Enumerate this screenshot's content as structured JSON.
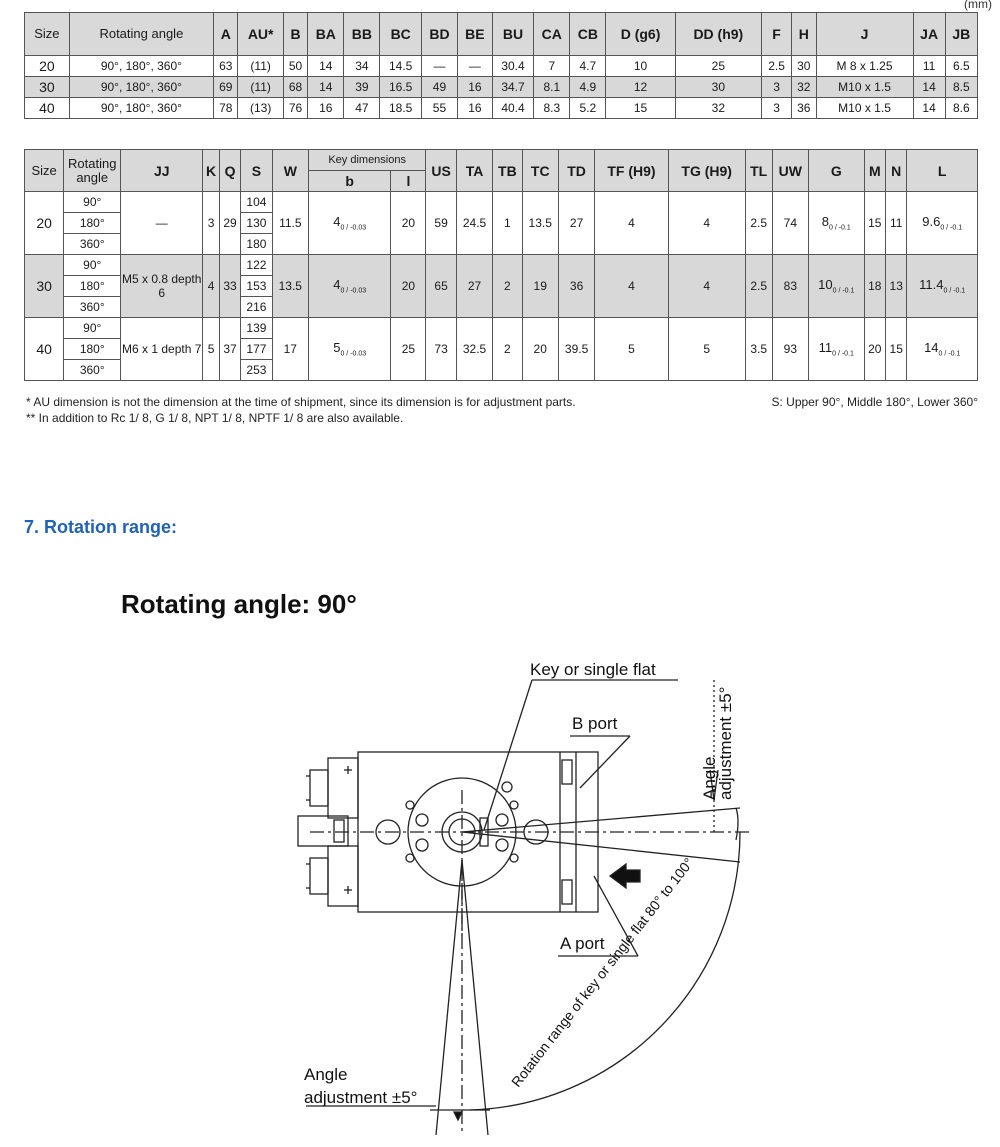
{
  "unit": "(mm)",
  "table1": {
    "headers": [
      "Size",
      "Rotating angle",
      "A",
      "AU*",
      "B",
      "BA",
      "BB",
      "BC",
      "BD",
      "BE",
      "BU",
      "CA",
      "CB",
      "D (g6)",
      "DD (h9)",
      "F",
      "H",
      "J",
      "JA",
      "JB"
    ],
    "rows": [
      [
        "20",
        "90°, 180°, 360°",
        "63",
        "(11)",
        "50",
        "14",
        "34",
        "14.5",
        "—",
        "—",
        "30.4",
        "7",
        "4.7",
        "10",
        "25",
        "2.5",
        "30",
        "M  8 x 1.25",
        "11",
        "6.5"
      ],
      [
        "30",
        "90°, 180°, 360°",
        "69",
        "(11)",
        "68",
        "14",
        "39",
        "16.5",
        "49",
        "16",
        "34.7",
        "8.1",
        "4.9",
        "12",
        "30",
        "3",
        "32",
        "M10 x 1.5",
        "14",
        "8.5"
      ],
      [
        "40",
        "90°, 180°, 360°",
        "78",
        "(13)",
        "76",
        "16",
        "47",
        "18.5",
        "55",
        "16",
        "40.4",
        "8.3",
        "5.2",
        "15",
        "32",
        "3",
        "36",
        "M10 x 1.5",
        "14",
        "8.6"
      ]
    ]
  },
  "table2": {
    "headers": [
      "Size",
      "Rotating angle",
      "JJ",
      "K",
      "Q",
      "S",
      "W",
      "Key dimensions",
      "b",
      "l",
      "US",
      "TA",
      "TB",
      "TC",
      "TD",
      "TF (H9)",
      "TG (H9)",
      "TL",
      "UW",
      "G",
      "M",
      "N",
      "L"
    ],
    "groups": [
      {
        "size": "20",
        "angles": [
          "90°",
          "180°",
          "360°"
        ],
        "jj": "—",
        "k": "3",
        "q": "29",
        "s": [
          "104",
          "130",
          "180"
        ],
        "w": "11.5",
        "b": "4",
        "b_tol": "0 / -0.03",
        "l": "20",
        "us": "59",
        "ta": "24.5",
        "tb": "1",
        "tc": "13.5",
        "td": "27",
        "tf": "4",
        "tg": "4",
        "tl": "2.5",
        "uw": "74",
        "g": "8",
        "g_tol": "0 / -0.1",
        "m": "15",
        "n": "11",
        "lval": "9.6",
        "l_tol": "0 / -0.1"
      },
      {
        "size": "30",
        "angles": [
          "90°",
          "180°",
          "360°"
        ],
        "jj": "M5 x 0.8 depth 6",
        "k": "4",
        "q": "33",
        "s": [
          "122",
          "153",
          "216"
        ],
        "w": "13.5",
        "b": "4",
        "b_tol": "0 / -0.03",
        "l": "20",
        "us": "65",
        "ta": "27",
        "tb": "2",
        "tc": "19",
        "td": "36",
        "tf": "4",
        "tg": "4",
        "tl": "2.5",
        "uw": "83",
        "g": "10",
        "g_tol": "0 / -0.1",
        "m": "18",
        "n": "13",
        "lval": "11.4",
        "l_tol": "0 / -0.1"
      },
      {
        "size": "40",
        "angles": [
          "90°",
          "180°",
          "360°"
        ],
        "jj": "M6 x 1 depth 7",
        "k": "5",
        "q": "37",
        "s": [
          "139",
          "177",
          "253"
        ],
        "w": "17",
        "b": "5",
        "b_tol": "0 / -0.03",
        "l": "25",
        "us": "73",
        "ta": "32.5",
        "tb": "2",
        "tc": "20",
        "td": "39.5",
        "tf": "5",
        "tg": "5",
        "tl": "3.5",
        "uw": "93",
        "g": "11",
        "g_tol": "0 / -0.1",
        "m": "20",
        "n": "15",
        "lval": "14",
        "l_tol": "0 / -0.1"
      }
    ]
  },
  "notes": {
    "note1": "* AU dimension is not the dimension at the time of shipment, since its dimension is for adjustment parts.",
    "note2": "** In addition to Rc 1/ 8, G 1/ 8, NPT 1/ 8, NPTF 1/ 8 are also available.",
    "s_note": "S: Upper 90°, Middle 180°, Lower 360°"
  },
  "section_title": "7. Rotation range:",
  "rotating_angle_title": "Rotating angle: 90°",
  "diagram_labels": {
    "key": "Key or single flat",
    "b_port": "B port",
    "a_port": "A port",
    "angle_adj_top_1": "Angle",
    "angle_adj_top_2": "adjustment ±5°",
    "angle_adj_bottom_1": "Angle",
    "angle_adj_bottom_2": "adjustment ±5°",
    "rotation_range": "Rotation range of key or single flat 80° to 100°"
  }
}
